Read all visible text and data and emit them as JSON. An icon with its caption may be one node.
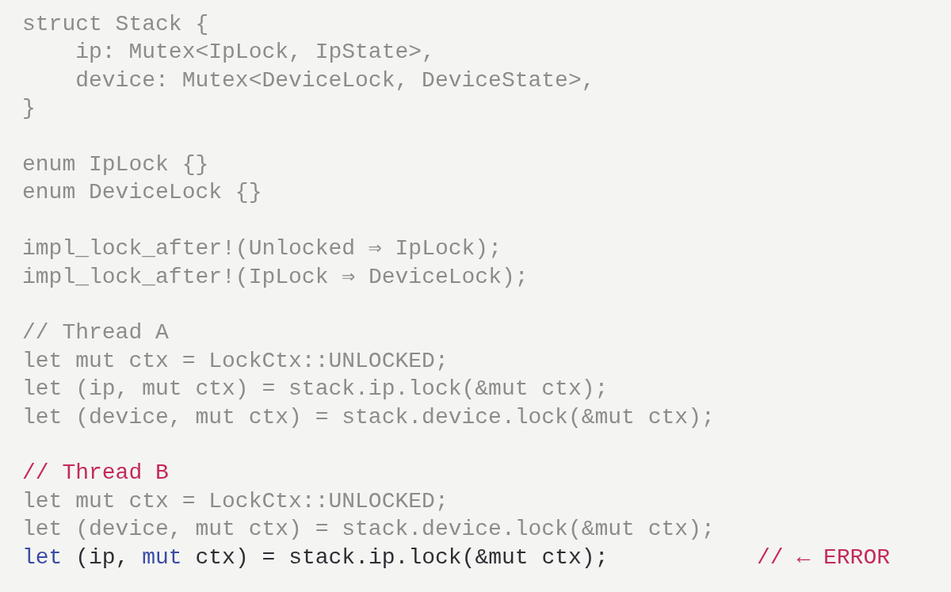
{
  "diagram": {
    "labels": [
      "struct Stack {",
      "    ip: Mutex<IpLock, IpState>,",
      "    device: Mutex<DeviceLock, DeviceState>,",
      "}",
      "enum IpLock {}",
      "enum DeviceLock {}",
      "impl_lock_after!(Unlocked ⇒ IpLock);",
      "impl_lock_after!(IpLock ⇒ DeviceLock);",
      "// Thread A",
      "let mut ctx = LockCtx::UNLOCKED;",
      "let (ip, mut ctx) = stack.ip.lock(&mut ctx);",
      "let (device, mut ctx) = stack.device.lock(&mut ctx);",
      "// Thread B",
      "let mut ctx = LockCtx::UNLOCKED;",
      "let (device, mut ctx) = stack.device.lock(&mut ctx);",
      "let (ip, mut ctx) = stack.ip.lock(&mut ctx);",
      "// ← ERROR"
    ]
  }
}
